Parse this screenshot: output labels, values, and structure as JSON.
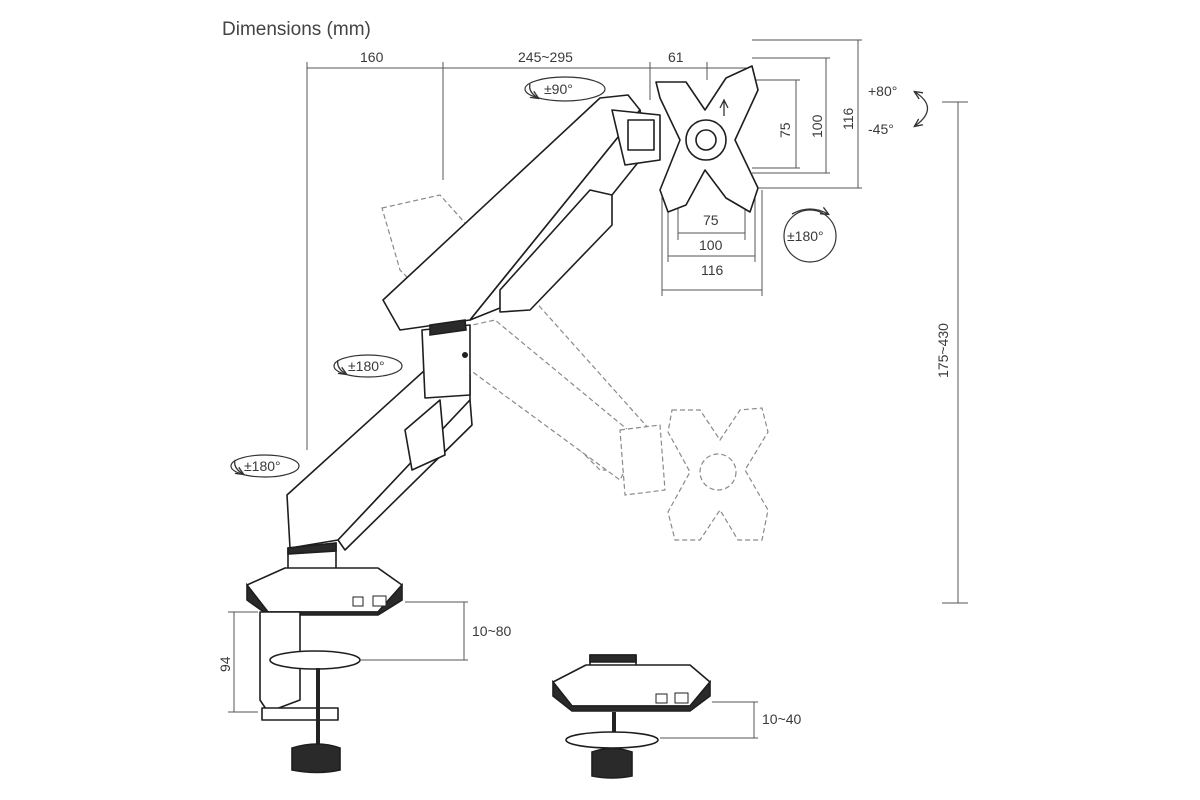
{
  "title": "Dimensions (mm)",
  "dimensions": {
    "arm_lower": "160",
    "arm_upper": "245~295",
    "vesa_offset": "61",
    "vesa_v75": "75",
    "vesa_v100": "100",
    "vesa_v116": "116",
    "vesa_h75": "75",
    "vesa_h100": "100",
    "vesa_h116": "116",
    "height_range": "175~430",
    "clamp_height": "94",
    "clamp_range": "10~80",
    "grommet_range": "10~40"
  },
  "rotations": {
    "tilt_up": "+80°",
    "tilt_down": "-45°",
    "swivel": "±90°",
    "screen_rotate": "±180°",
    "elbow": "±180°",
    "base": "±180°"
  }
}
